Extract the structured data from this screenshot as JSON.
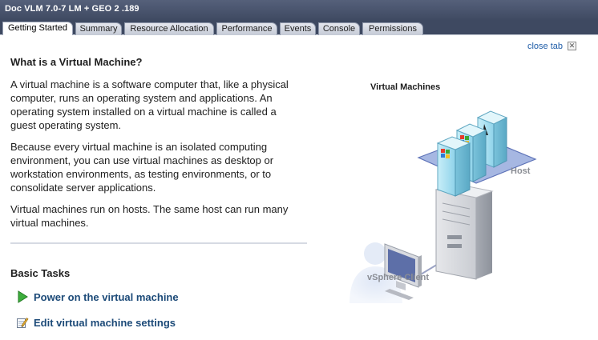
{
  "window": {
    "title": "Doc VLM 7.0-7 LM + GEO 2 .189"
  },
  "tabs": [
    {
      "label": "Getting Started",
      "active": true
    },
    {
      "label": "Summary",
      "active": false
    },
    {
      "label": "Resource Allocation",
      "active": false
    },
    {
      "label": "Performance",
      "active": false
    },
    {
      "label": "Events",
      "active": false
    },
    {
      "label": "Console",
      "active": false
    },
    {
      "label": "Permissions",
      "active": false
    }
  ],
  "close_tab": {
    "label": "close tab"
  },
  "main": {
    "heading": "What is a Virtual Machine?",
    "paragraphs": [
      "A virtual machine is a software computer that, like a physical computer, runs an operating system and applications. An operating system installed on a virtual machine is called a guest operating system.",
      "Because every virtual machine is an isolated computing environment, you can use virtual machines as desktop or workstation environments, as testing environments, or to consolidate server applications.",
      "Virtual machines run on hosts. The same host can run many virtual machines."
    ]
  },
  "basic_tasks": {
    "title": "Basic Tasks",
    "items": [
      {
        "label": "Power on the virtual machine",
        "icon": "play-icon"
      },
      {
        "label": "Edit virtual machine settings",
        "icon": "edit-settings-icon"
      }
    ]
  },
  "diagram": {
    "virtual_machines_label": "Virtual Machines",
    "host_label": "Host",
    "client_label": "vSphere Client"
  },
  "colors": {
    "title_bar": "#3e4961",
    "link": "#1c4a78",
    "close_tab_link": "#1f5da8",
    "vm_cyan": "#a9dff0",
    "platform_blue": "#93a8d8"
  }
}
